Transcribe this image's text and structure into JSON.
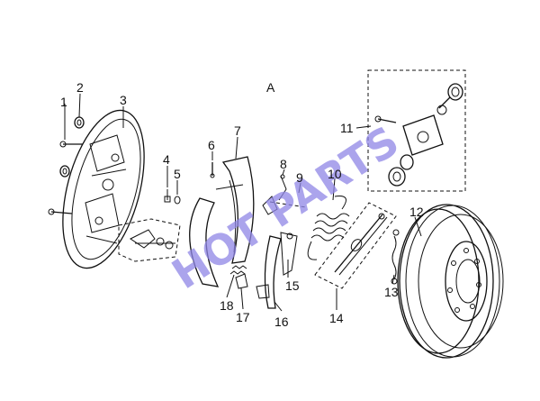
{
  "diagram": {
    "view_label": "A",
    "callouts": [
      "1",
      "2",
      "3",
      "4",
      "5",
      "6",
      "7",
      "8",
      "9",
      "10",
      "11",
      "12",
      "13",
      "14",
      "15",
      "16",
      "17",
      "18"
    ]
  },
  "watermark": {
    "text": "HOT PARTS",
    "color": "#8f86e6"
  }
}
